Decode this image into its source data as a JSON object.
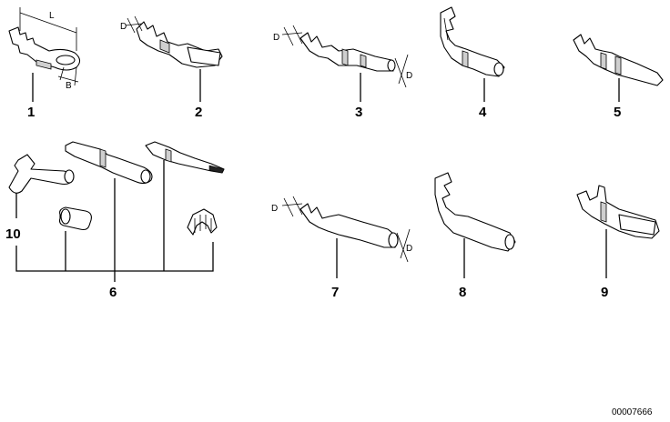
{
  "callouts": [
    "1",
    "2",
    "3",
    "4",
    "5",
    "6",
    "7",
    "8",
    "9",
    "10"
  ],
  "dimension_labels": {
    "length": "L",
    "width": "B",
    "diameter": "D"
  },
  "document_id": "00007666"
}
